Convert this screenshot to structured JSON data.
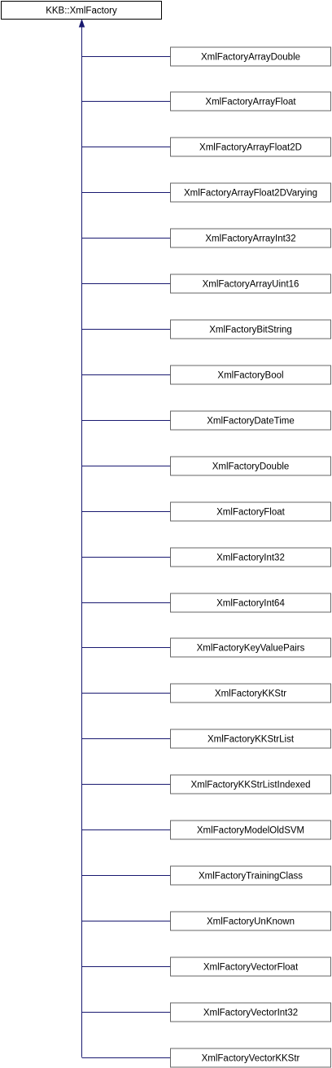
{
  "base_class": {
    "name": "KKB::XmlFactory"
  },
  "derived_classes": [
    "XmlFactoryArrayDouble",
    "XmlFactoryArrayFloat",
    "XmlFactoryArrayFloat2D",
    "XmlFactoryArrayFloat2DVarying",
    "XmlFactoryArrayInt32",
    "XmlFactoryArrayUint16",
    "XmlFactoryBitString",
    "XmlFactoryBool",
    "XmlFactoryDateTime",
    "XmlFactoryDouble",
    "XmlFactoryFloat",
    "XmlFactoryInt32",
    "XmlFactoryInt64",
    "XmlFactoryKeyValuePairs",
    "XmlFactoryKKStr",
    "XmlFactoryKKStrList",
    "XmlFactoryKKStrListIndexed",
    "XmlFactoryModelOldSVM",
    "XmlFactoryTrainingClass",
    "XmlFactoryUnKnown",
    "XmlFactoryVectorFloat",
    "XmlFactoryVectorInt32",
    "XmlFactoryVectorKKStr"
  ],
  "colors": {
    "edge": "#191970",
    "base_border": "#000000",
    "child_border": "#666666",
    "background": "#ffffff"
  }
}
